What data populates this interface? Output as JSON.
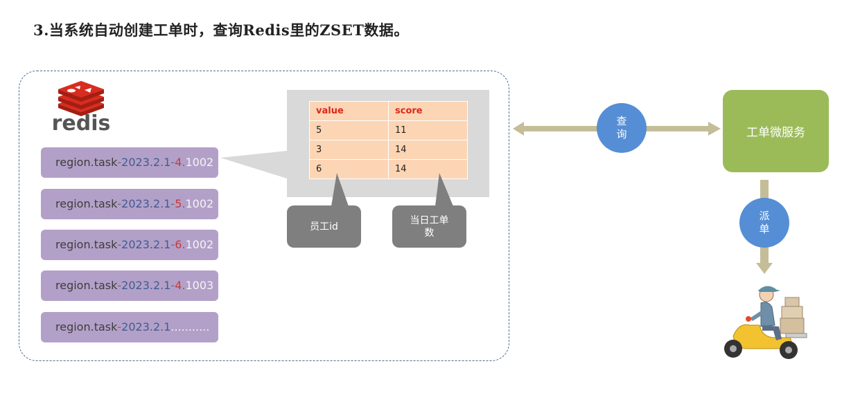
{
  "heading": "3.当系统自动创建工单时，查询Redis里的ZSET数据。",
  "logo": {
    "text": "redis",
    "icon": "redis-cube-logo"
  },
  "keys": [
    {
      "prefix": "region.task",
      "sep1": "-",
      "date": "2023.2.1",
      "sep2": "-",
      "day": "4",
      "sep3": ".",
      "id": "1002"
    },
    {
      "prefix": "region.task",
      "sep1": "-",
      "date": "2023.2.1",
      "sep2": "-",
      "day": "5",
      "sep3": ".",
      "id": "1002"
    },
    {
      "prefix": "region.task",
      "sep1": "-",
      "date": "2023.2.1",
      "sep2": "-",
      "day": "6",
      "sep3": ".",
      "id": "1002"
    },
    {
      "prefix": "region.task",
      "sep1": "-",
      "date": "2023.2.1",
      "sep2": "-",
      "day": "4",
      "sep3": ".",
      "id": "1003"
    },
    {
      "prefix": "region.task",
      "sep1": "-",
      "date": "2023.2.1",
      "sep2": "",
      "day": "",
      "sep3": "",
      "id": "..........."
    }
  ],
  "table": {
    "headers": [
      "value",
      "score"
    ],
    "rows": [
      [
        "5",
        "11"
      ],
      [
        "3",
        "14"
      ],
      [
        "6",
        "14"
      ]
    ]
  },
  "bubbles": {
    "employee_id": "员工id",
    "day_count_line1": "当日工单",
    "day_count_line2": "数"
  },
  "query_circle": {
    "line1": "查",
    "line2": "询"
  },
  "dispatch_circle": {
    "line1": "派",
    "line2": "单"
  },
  "service_box": "工单微服务",
  "colors": {
    "key_bg": "#b3a0c8",
    "table_bg": "#fcd5b4",
    "service_bg": "#9bbb59",
    "circle_bg": "#558ed5",
    "arrow": "#c4bd97",
    "callout": "#d9d9d9"
  },
  "illustration": "delivery-courier-scooter"
}
